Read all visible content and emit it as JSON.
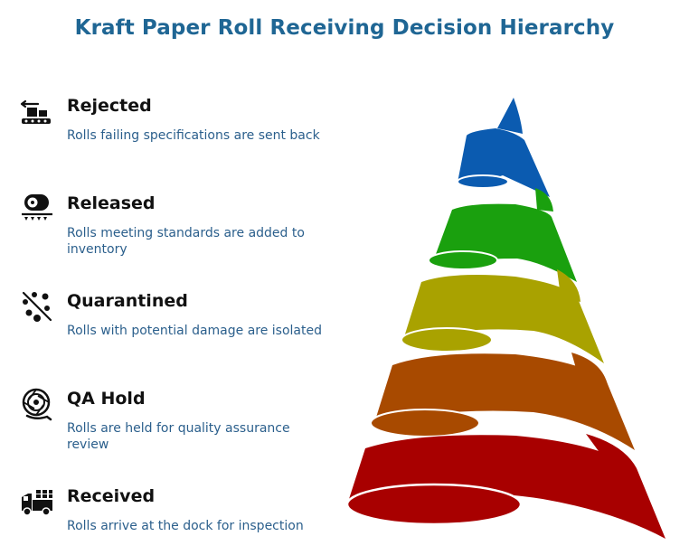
{
  "title": "Kraft Paper Roll Receiving Decision Hierarchy",
  "levels": [
    {
      "label": "Rejected",
      "description": "Rolls failing specifications are sent back",
      "icon": "conveyor-return-icon",
      "color": "#0b5bb0"
    },
    {
      "label": "Released",
      "description": "Rolls meeting standards are added to inventory",
      "icon": "roll-on-conveyor-icon",
      "color": "#1aa00e"
    },
    {
      "label": "Quarantined",
      "description": "Rolls with potential damage are isolated",
      "icon": "virus-scatter-icon",
      "color": "#a9a200"
    },
    {
      "label": "QA Hold",
      "description": "Rolls are held for quality assurance review",
      "icon": "inspection-roll-icon",
      "color": "#a84a00"
    },
    {
      "label": "Received",
      "description": "Rolls arrive at the dock for inspection",
      "icon": "delivery-truck-icon",
      "color": "#a80000"
    }
  ]
}
